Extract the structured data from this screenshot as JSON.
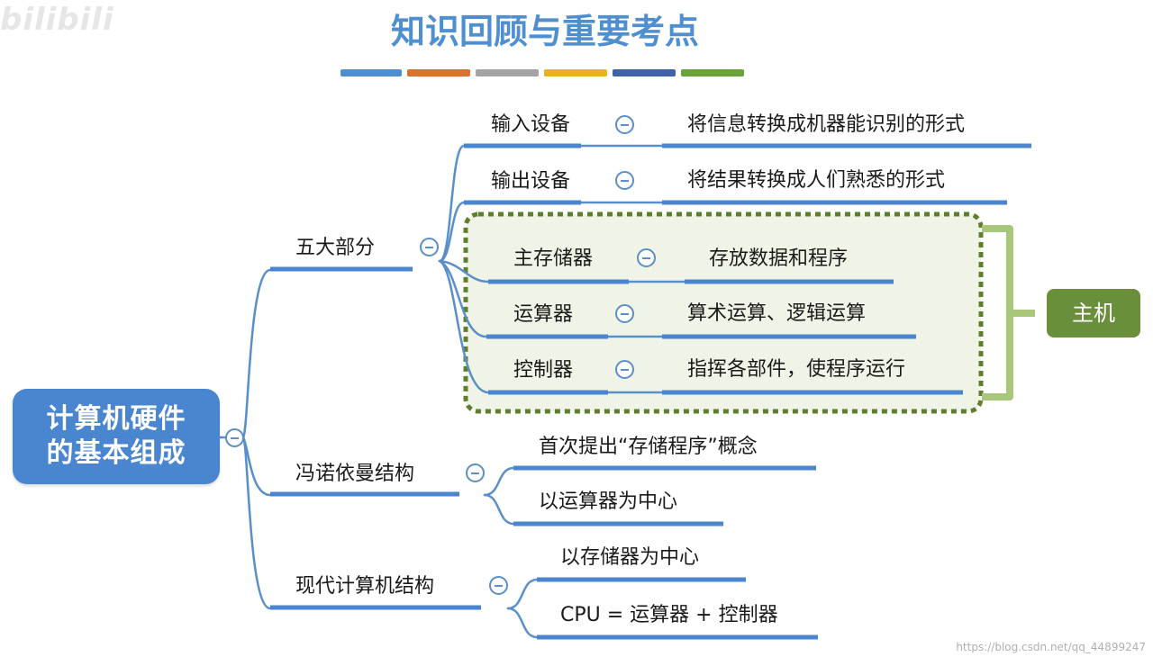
{
  "logo": "bilibili",
  "title": "知识回顾与重要考点",
  "colors": {
    "line": "#5b8fc9",
    "root_fill": "#4a86cf",
    "group_border": "#5e7f2c",
    "group_fill": "#f0f4e6",
    "bracket": "#a9c77b",
    "host_fill": "#6a8f3a",
    "stripes": [
      "#4f8fd0",
      "#d9722e",
      "#a3a3a3",
      "#e8b31c",
      "#3f63a8",
      "#6aa33a"
    ]
  },
  "root": {
    "line1": "计算机硬件",
    "line2": "的基本组成"
  },
  "branches": {
    "five_parts": {
      "label": "五大部分",
      "input": {
        "name": "输入设备",
        "desc": "将信息转换成机器能识别的形式"
      },
      "output": {
        "name": "输出设备",
        "desc": "将结果转换成人们熟悉的形式"
      },
      "memory": {
        "name": "主存储器",
        "desc": "存放数据和程序"
      },
      "alu": {
        "name": "运算器",
        "desc": "算术运算、逻辑运算"
      },
      "control": {
        "name": "控制器",
        "desc": "指挥各部件，使程序运行"
      }
    },
    "von_neumann": {
      "label": "冯诺依曼结构",
      "items": [
        "首次提出“存储程序”概念",
        "以运算器为中心"
      ]
    },
    "modern": {
      "label": "现代计算机结构",
      "items": [
        "以存储器为中心",
        "CPU = 运算器 + 控制器"
      ]
    }
  },
  "host": "主机",
  "watermark": "https://blog.csdn.net/qq_44899247"
}
